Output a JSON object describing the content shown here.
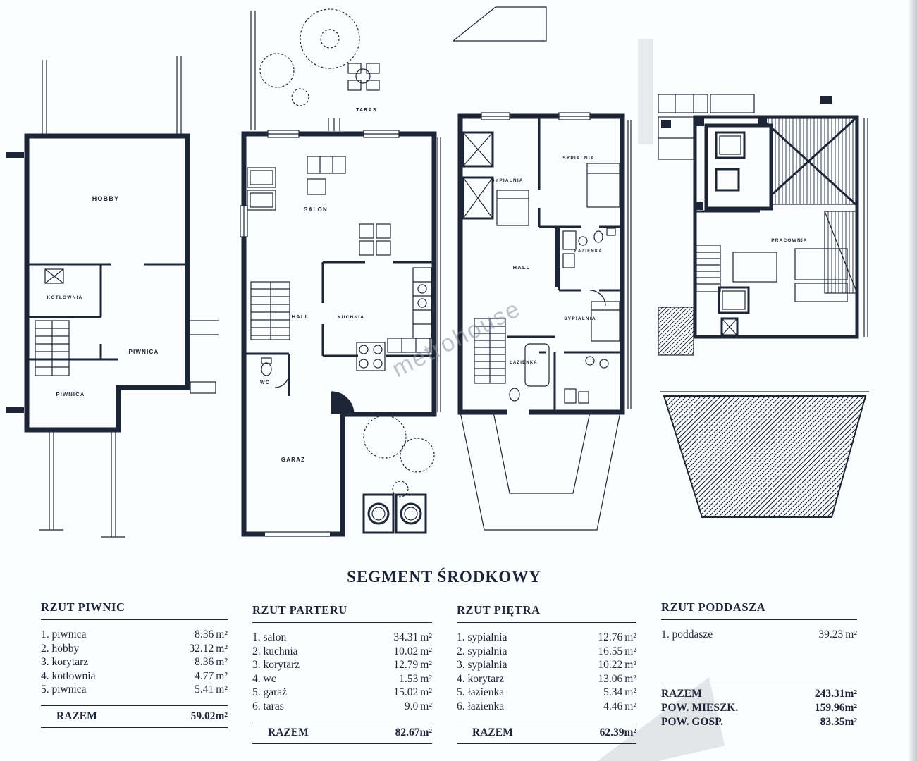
{
  "watermark": "metrohouse",
  "title": "SEGMENT ŚRODKOWY",
  "units": {
    "area": "m²"
  },
  "plans": {
    "basement": {
      "rooms": {
        "hobby": "HOBBY",
        "kotlownia": "KOTŁOWNIA",
        "piwnica_a": "PIWNICA",
        "piwnica_b": "PIWNICA"
      }
    },
    "ground": {
      "rooms": {
        "taras": "TARAS",
        "salon": "SALON",
        "hall": "HALL",
        "kuchnia": "KUCHNIA",
        "wc": "WC",
        "garaz": "GARAŻ"
      }
    },
    "floor": {
      "rooms": {
        "sypialnia_a": "SYPIALNIA",
        "sypialnia_b": "SYPIALNIA",
        "hall": "HALL",
        "lazienka_a": "ŁAZIENKA",
        "sypialnia_c": "SYPIALNIA",
        "lazienka_b": "ŁAZIENKA"
      }
    },
    "attic": {
      "rooms": {
        "pracownia": "PRACOWNIA"
      }
    }
  },
  "tables": [
    {
      "header": "RZUT PIWNIC",
      "rows": [
        {
          "label": "1. piwnica",
          "value": "8.36"
        },
        {
          "label": "2. hobby",
          "value": "32.12"
        },
        {
          "label": "3. korytarz",
          "value": "8.36"
        },
        {
          "label": "4. kotłownia",
          "value": "4.77"
        },
        {
          "label": "5. piwnica",
          "value": "5.41"
        }
      ],
      "totals": [
        {
          "label": "RAZEM",
          "value": "59.02"
        }
      ]
    },
    {
      "header": "RZUT PARTERU",
      "rows": [
        {
          "label": "1. salon",
          "value": "34.31"
        },
        {
          "label": "2. kuchnia",
          "value": "10.02"
        },
        {
          "label": "3. korytarz",
          "value": "12.79"
        },
        {
          "label": "4. wc",
          "value": "1.53"
        },
        {
          "label": "5. garaż",
          "value": "15.02"
        },
        {
          "label": "6. taras",
          "value": "9.0"
        }
      ],
      "totals": [
        {
          "label": "RAZEM",
          "value": "82.67"
        }
      ]
    },
    {
      "header": "RZUT PIĘTRA",
      "rows": [
        {
          "label": "1. sypialnia",
          "value": "12.76"
        },
        {
          "label": "2. sypialnia",
          "value": "16.55"
        },
        {
          "label": "3. sypialnia",
          "value": "10.22"
        },
        {
          "label": "4. korytarz",
          "value": "13.06"
        },
        {
          "label": "5. łazienka",
          "value": "5.34"
        },
        {
          "label": "6. łazienka",
          "value": "4.46"
        }
      ],
      "totals": [
        {
          "label": "RAZEM",
          "value": "62.39"
        }
      ]
    },
    {
      "header": "RZUT PODDASZA",
      "rows": [
        {
          "label": "1. poddasze",
          "value": "39.23"
        }
      ],
      "totals": [
        {
          "label": "RAZEM",
          "value": "243.31"
        },
        {
          "label": "POW. MIESZK.",
          "value": "159.96"
        },
        {
          "label": "POW. GOSP.",
          "value": "83.35"
        }
      ]
    }
  ]
}
